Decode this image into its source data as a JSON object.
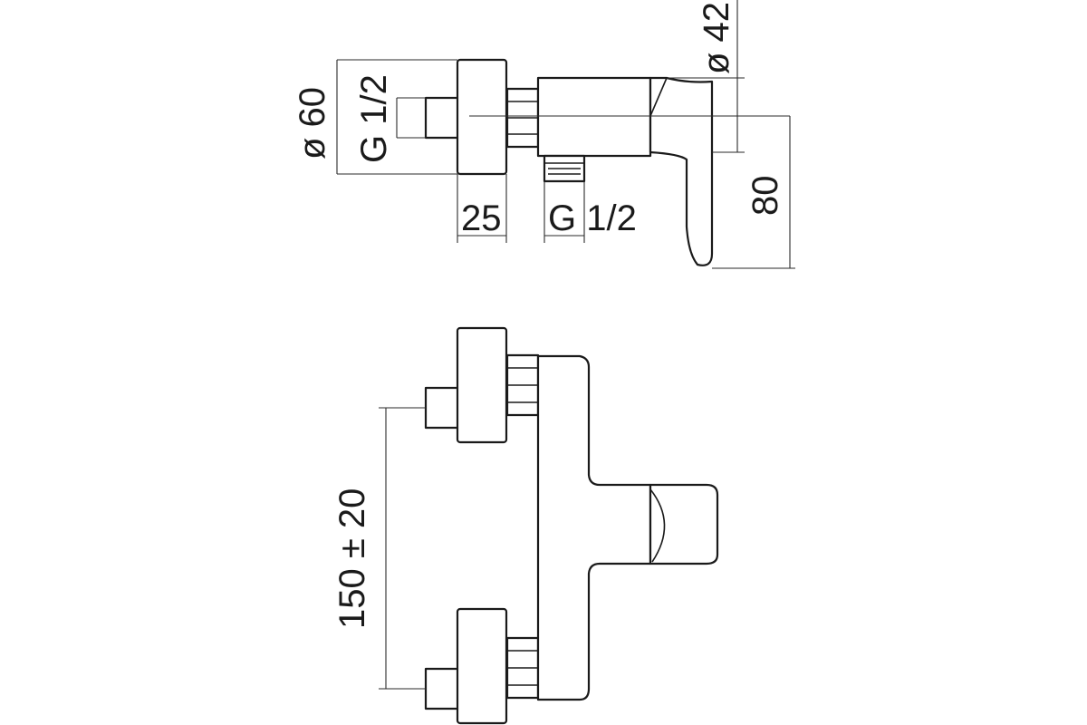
{
  "dimensions": {
    "dia_outlet": "ø 42",
    "dia_flange": "ø 60",
    "thread_inlet": "G 1/2",
    "depth_flange": "25",
    "thread_outlet": "G 1/2",
    "height_total": "80",
    "inlet_spacing": "150 ± 20"
  }
}
